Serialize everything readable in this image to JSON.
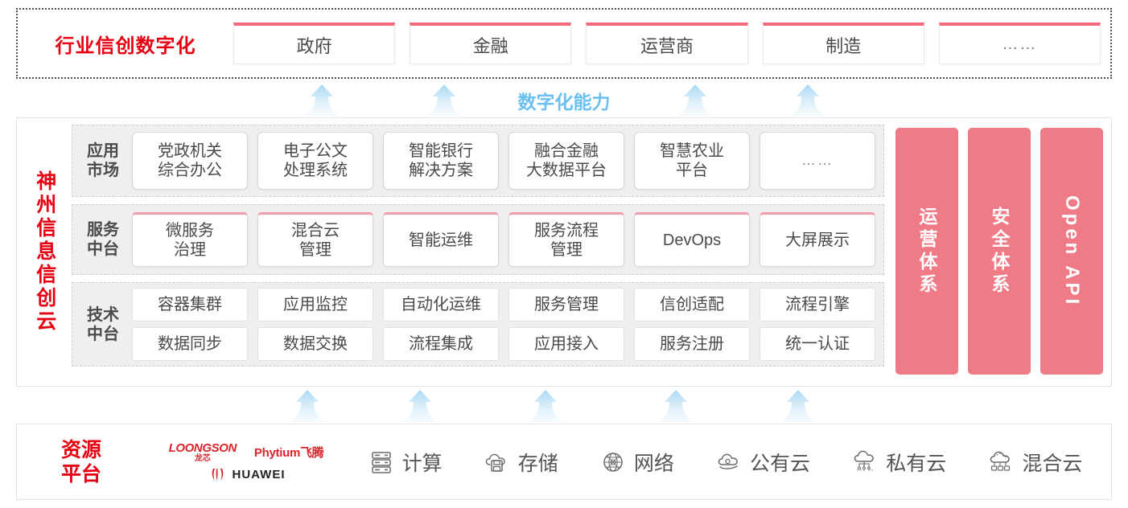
{
  "industry": {
    "title": "行业信创数字化",
    "cards": [
      {
        "label": "政府"
      },
      {
        "label": "金融"
      },
      {
        "label": "运营商"
      },
      {
        "label": "制造"
      },
      {
        "label": "……"
      }
    ]
  },
  "capability": {
    "label": "数字化能力",
    "arrow_count": 4
  },
  "cloud": {
    "title": "神州信息信创云",
    "rows": [
      {
        "key": "app",
        "label": "应用\n市场",
        "label_line1": "应用",
        "label_line2": "市场",
        "cards": [
          {
            "line1": "党政机关",
            "line2": "综合办公"
          },
          {
            "line1": "电子公文",
            "line2": "处理系统"
          },
          {
            "line1": "智能银行",
            "line2": "解决方案"
          },
          {
            "line1": "融合金融",
            "line2": "大数据平台"
          },
          {
            "line1": "智慧农业",
            "line2": "平台"
          },
          {
            "line1": "……",
            "line2": ""
          }
        ]
      },
      {
        "key": "svc",
        "label_line1": "服务",
        "label_line2": "中台",
        "cards": [
          {
            "line1": "微服务",
            "line2": "治理"
          },
          {
            "line1": "混合云",
            "line2": "管理"
          },
          {
            "line1": "智能运维",
            "line2": ""
          },
          {
            "line1": "服务流程",
            "line2": "管理"
          },
          {
            "line1": "DevOps",
            "line2": ""
          },
          {
            "line1": "大屏展示",
            "line2": ""
          }
        ]
      },
      {
        "key": "tech",
        "label_line1": "技术",
        "label_line2": "中台",
        "cards_top": [
          {
            "label": "容器集群"
          },
          {
            "label": "应用监控"
          },
          {
            "label": "自动化运维"
          },
          {
            "label": "服务管理"
          },
          {
            "label": "信创适配"
          },
          {
            "label": "流程引擎"
          }
        ],
        "cards_bottom": [
          {
            "label": "数据同步"
          },
          {
            "label": "数据交换"
          },
          {
            "label": "流程集成"
          },
          {
            "label": "应用接入"
          },
          {
            "label": "服务注册"
          },
          {
            "label": "统一认证"
          }
        ]
      }
    ],
    "pillars": [
      {
        "label": "运营体系",
        "vertical": true
      },
      {
        "label": "安全体系",
        "vertical": true
      },
      {
        "label": "Open API",
        "vertical": true
      }
    ]
  },
  "lower_arrows": {
    "arrow_count": 5
  },
  "resource": {
    "title_line1": "资源",
    "title_line2": "平台",
    "vendors": [
      {
        "name": "LOONGSON",
        "sub": "龙芯"
      },
      {
        "name": "Phytium飞腾",
        "sub": ""
      },
      {
        "name": "HUAWEI",
        "sub": ""
      }
    ],
    "items": [
      {
        "label": "计算",
        "icon": "server-icon"
      },
      {
        "label": "存储",
        "icon": "cloud-storage-icon"
      },
      {
        "label": "网络",
        "icon": "network-globe-icon"
      },
      {
        "label": "公有云",
        "icon": "public-cloud-icon"
      },
      {
        "label": "私有云",
        "icon": "private-cloud-icon"
      },
      {
        "label": "混合云",
        "icon": "hybrid-cloud-icon"
      }
    ]
  },
  "colors": {
    "brand_red": "#e60012",
    "card_accent": "#f3697b",
    "pillar_pink": "#ef7b87",
    "arrow_blue": "#b6e0f7",
    "capability_blue": "#6cc0ef"
  }
}
